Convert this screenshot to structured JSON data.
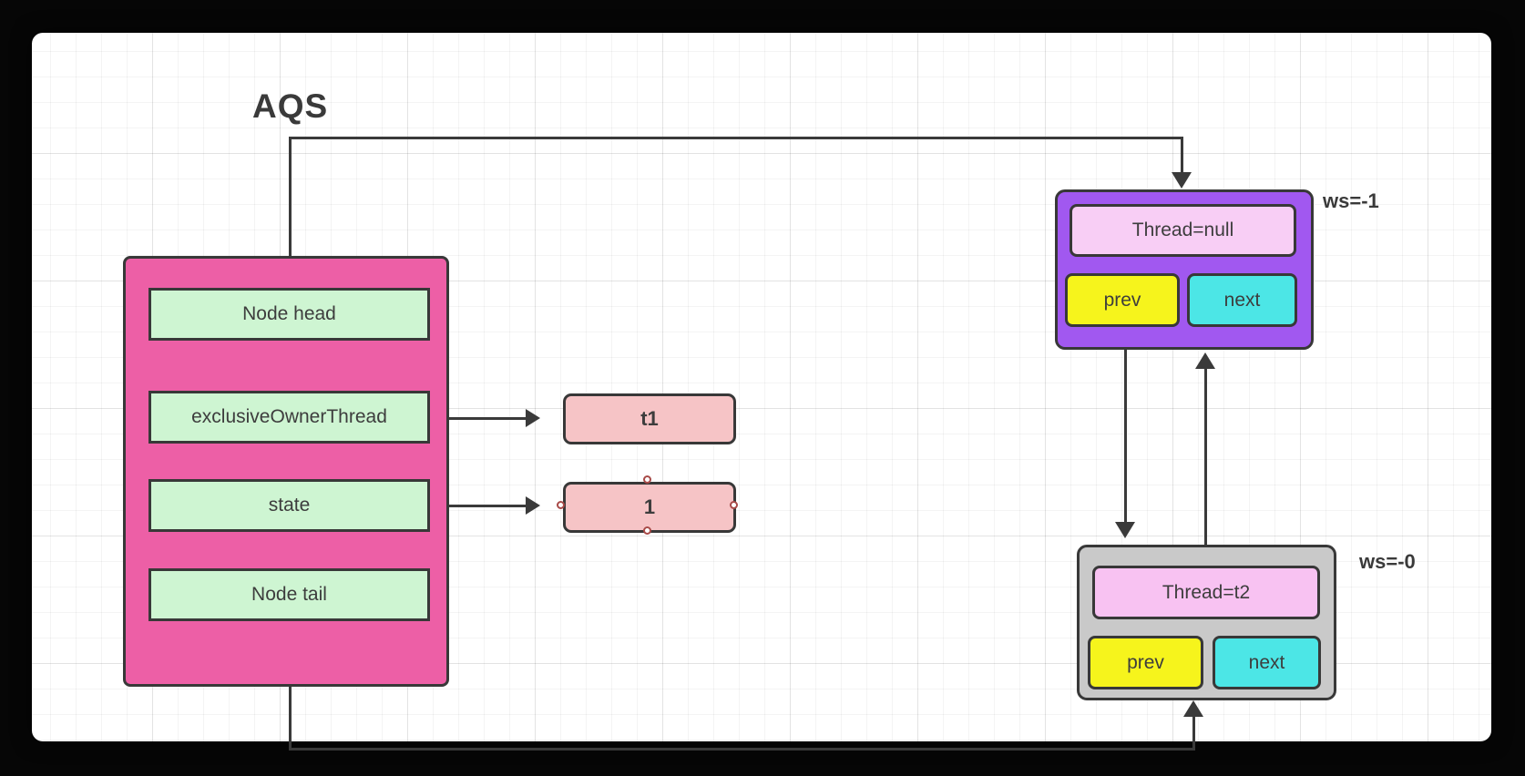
{
  "title": "AQS",
  "aqs_box": {
    "fields": [
      {
        "label": "Node head"
      },
      {
        "label": "exclusiveOwnerThread"
      },
      {
        "label": "state"
      },
      {
        "label": "Node tail"
      }
    ]
  },
  "value_boxes": {
    "t1": {
      "label": "t1"
    },
    "one": {
      "label": "1",
      "selected": true
    }
  },
  "nodes": {
    "head": {
      "thread_label": "Thread=null",
      "prev_label": "prev",
      "next_label": "next",
      "ws_label": "ws=-1"
    },
    "tail": {
      "thread_label": "Thread=t2",
      "prev_label": "prev",
      "next_label": "next",
      "ws_label": "ws=-0"
    }
  },
  "colors": {
    "stroke": "#383838",
    "container_pink": "#ed5fa6",
    "field_green": "#cef5d2",
    "value_salmon": "#f6c4c6",
    "node_purple": "#a158f0",
    "thread_pink_light": "#f8cef5",
    "thread_pink": "#f8c2f2",
    "prev_yellow": "#f6f41c",
    "next_cyan": "#4ce6e6",
    "node_gray": "#c9c9c9",
    "selection_handle": "#a84a48"
  }
}
